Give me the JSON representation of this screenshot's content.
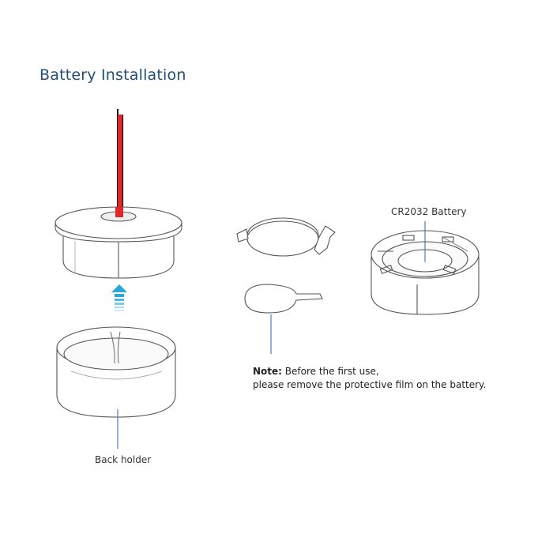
{
  "title": "Battery Installation",
  "labels": {
    "back_holder": "Back holder",
    "battery": "CR2032 Battery"
  },
  "note": {
    "prefix": "Note:",
    "line1": "Before the first use,",
    "line2": "please remove the protective film on the battery."
  },
  "colors": {
    "title": "#1f4e79",
    "wire_red": "#e3262a",
    "wire_black": "#111111",
    "arrow": "#2aa6d8",
    "leader": "#2d6aa3",
    "outline": "#555555"
  }
}
